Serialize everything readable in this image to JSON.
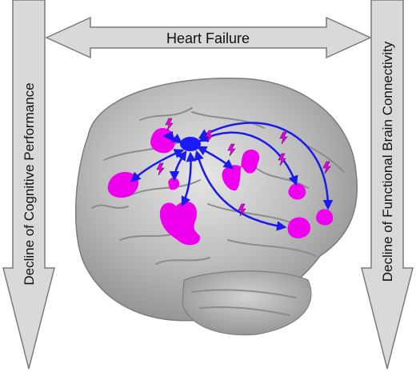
{
  "labels": {
    "top": "Heart Failure",
    "left": "Decline of Cognitive Performance",
    "right": "Decline of Functional Brain Connectivity"
  },
  "colors": {
    "arrow_fill": "#d9d9d9",
    "arrow_stroke": "#7a7a7a",
    "brain": "#b7b7b7",
    "region": "#ee00ee",
    "hub": "#1a1aff",
    "connection": "#1a1aee"
  },
  "connections": [
    {
      "from": "hub",
      "to": "region-superior-left"
    },
    {
      "from": "hub",
      "to": "region-left-frontal"
    },
    {
      "from": "hub",
      "to": "region-lower-center"
    },
    {
      "from": "hub",
      "to": "region-center-small"
    },
    {
      "from": "hub",
      "to": "region-center-right"
    },
    {
      "from": "hub",
      "to": "region-mid-right"
    },
    {
      "from": "hub",
      "to": "region-right-lower"
    },
    {
      "from": "hub",
      "to": "region-right-far"
    }
  ]
}
